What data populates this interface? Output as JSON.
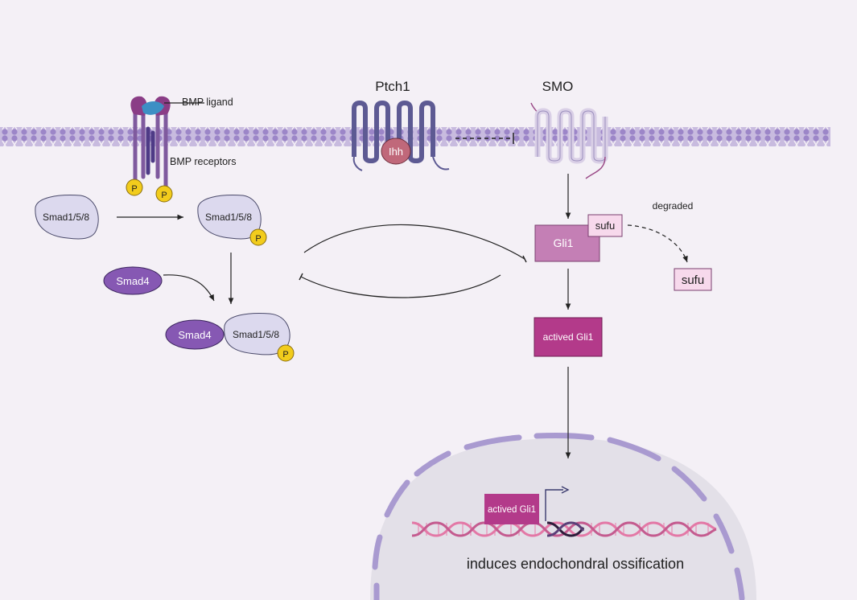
{
  "labels": {
    "bmp_ligand": "BMP ligand",
    "bmp_receptors": "BMP receptors",
    "ptch1": "Ptch1",
    "ihh": "Ihh",
    "smo": "SMO",
    "phospho": "P",
    "smad158": "Smad1/5/8",
    "smad4": "Smad4",
    "gli1": "Gli1",
    "sufu": "sufu",
    "degraded": "degraded",
    "actived_gli1": "actived Gli1",
    "outcome": "induces endochondral ossification"
  },
  "colors": {
    "background": "#f4f0f6",
    "membrane": "#b7a6d2",
    "membrane_dark": "#8f78bf",
    "receptor": "#7f5a9e",
    "ligand": "#3d8fc4",
    "phospho": "#f2cc1c",
    "smad158": "#dcd9ee",
    "smad4": "#8658b3",
    "gli1": "#c47fb5",
    "sufu": "#f7d9ec",
    "actived_gli1": "#b33a8a",
    "ihh": "#c0687a",
    "ptch1": "#5d5a93",
    "smo": "#d9cfe6",
    "nucleus": "#e3e0e8",
    "nuclear_envelope": "#a99ad0",
    "dna": "#e378a6"
  }
}
